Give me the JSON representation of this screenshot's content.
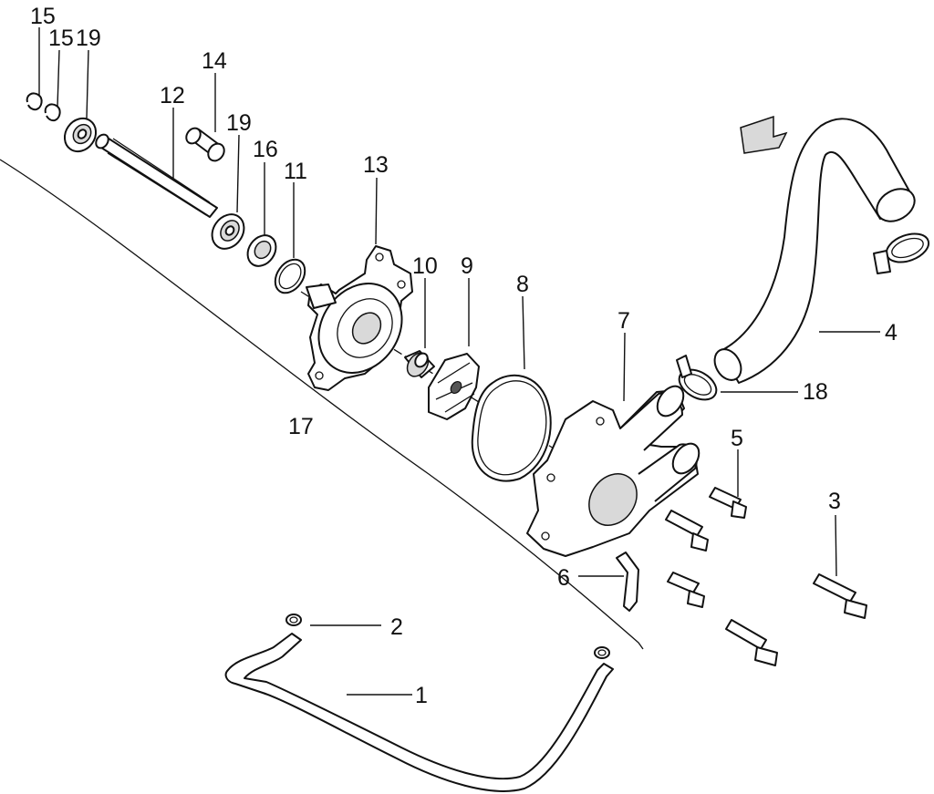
{
  "labels": {
    "l15a": "15",
    "l15b": "15",
    "l19a": "19",
    "l14": "14",
    "l12": "12",
    "l19b": "19",
    "l16": "16",
    "l11": "11",
    "l13": "13",
    "l10": "10",
    "l9": "9",
    "l8": "8",
    "l7": "7",
    "l4": "4",
    "l18": "18",
    "l17": "17",
    "l5": "5",
    "l3": "3",
    "l6": "6",
    "l2": "2",
    "l1": "1"
  }
}
